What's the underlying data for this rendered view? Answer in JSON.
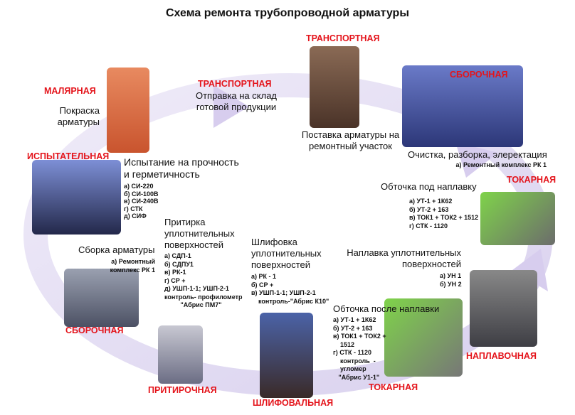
{
  "title": "Схема ремонта трубопроводной арматуры",
  "colors": {
    "label_red": "#e4141b",
    "arrow_purple": "#d9d0ee"
  },
  "stages": {
    "paint": {
      "label": "МАЛЯРНАЯ",
      "head": "Покраска\nарматуры"
    },
    "ship": {
      "label": "ТРАНСПОРТНАЯ",
      "head": "Отправка на склад\nготовой продукции"
    },
    "deliver": {
      "label": "ТРАНСПОРТНАЯ",
      "head": "Поставка арматуры на\nремонтный участок"
    },
    "disassembly": {
      "label": "СБОРОЧНАЯ",
      "head": "Очистка, разборка, элеректация",
      "items": "а) Ремонтный комплекс РК 1"
    },
    "turn_before": {
      "label": "ТОКАРНАЯ",
      "head": "Обточка под наплавку",
      "items": "а) УТ-1 + 1К62\nб) УТ-2 + 163\nв) ТОК1 + ТОК2 + 1512\nг) СТК - 1120"
    },
    "surfacing": {
      "label": "НАПЛАВОЧНАЯ",
      "head": "Наплавка уплотнительных\nповерхностей",
      "items": "а) УН 1\nб) УН 2"
    },
    "turn_after": {
      "label": "ТОКАРНАЯ",
      "head": "Обточка после наплавки",
      "items": "а) УТ-1 + 1К62\nб) УТ-2 + 163\nв) ТОК1 + ТОК2 +\n    1512\nг) СТК - 1120\n    контроль  -\n    угломер\n   \"Абрис У1-1\""
    },
    "grinding": {
      "label": "ШЛИФОВАЛЬНАЯ",
      "head": "Шлифовка\nуплотнительных\nповерхностей",
      "items": "а) РК - 1\nб) СР +\nв) УШП-1-1; УШП-2-1\n    контроль-\"Абрис К10\""
    },
    "lapping": {
      "label": "ПРИТИРОЧНАЯ",
      "head": "Притирка\nуплотнительных\nповерхностей",
      "items": "а) СДП-1\nб) СДПУ1\nв) РК-1\nг) СР +\nд) УШП-1-1; УШП-2-1\nконтроль- профилометр\n         \"Абрис ПМ7\""
    },
    "assembly": {
      "label": "СБОРОЧНАЯ",
      "head": "Сборка арматуры",
      "items": "а) Ремонтный\nкомплекс РК 1"
    },
    "testing": {
      "label": "ИСПЫТАТЕЛЬНАЯ",
      "head": "Испытание на прочность\nи герметичность",
      "items": "а) СИ-220\nб) СИ-100В\nв) СИ-240В\nг) СТК\nд) СИФ"
    }
  }
}
